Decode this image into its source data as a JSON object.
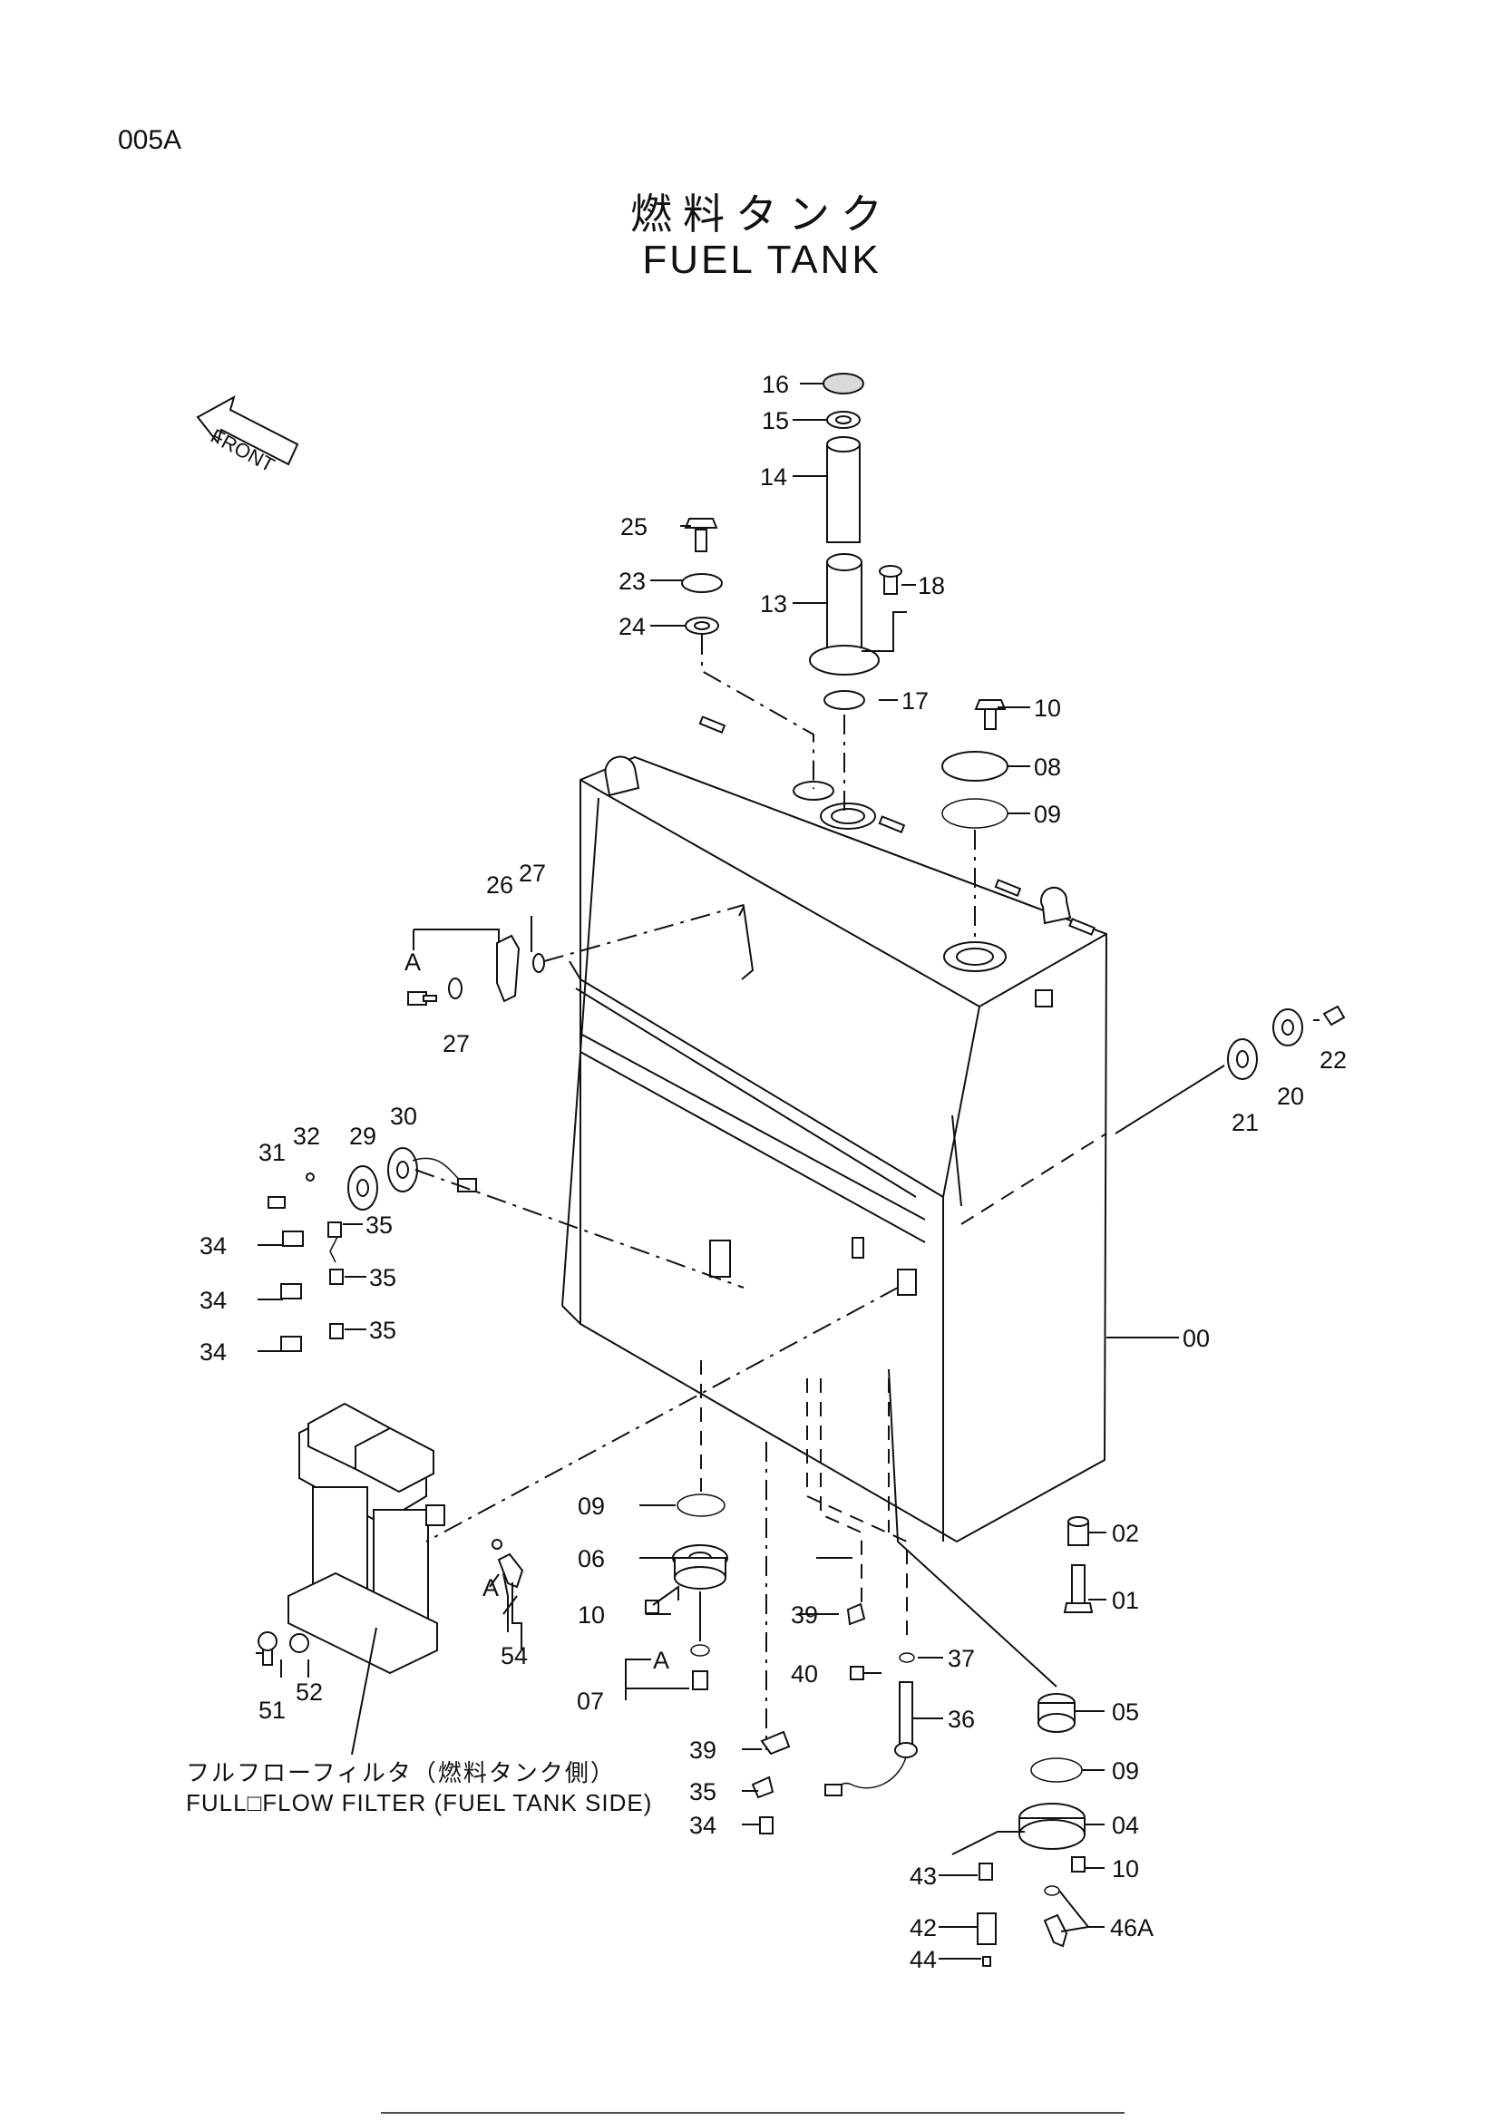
{
  "page_code": "005A",
  "title_jp": "燃料タンク",
  "title_en": "FUEL  TANK",
  "front_label": "FRONT",
  "caption_jp": "フルフローフィルタ（燃料タンク側）",
  "caption_en": "FULL□FLOW  FILTER  (FUEL TANK SIDE)",
  "callouts": [
    {
      "id": "c16",
      "text": "16"
    },
    {
      "id": "c15",
      "text": "15"
    },
    {
      "id": "c14",
      "text": "14"
    },
    {
      "id": "c25",
      "text": "25"
    },
    {
      "id": "c23",
      "text": "23"
    },
    {
      "id": "c24",
      "text": "24"
    },
    {
      "id": "c13",
      "text": "13"
    },
    {
      "id": "c18",
      "text": "18"
    },
    {
      "id": "c17",
      "text": "17"
    },
    {
      "id": "c10a",
      "text": "10"
    },
    {
      "id": "c08",
      "text": "08"
    },
    {
      "id": "c09a",
      "text": "09"
    },
    {
      "id": "c26",
      "text": "26"
    },
    {
      "id": "c27a",
      "text": "27"
    },
    {
      "id": "cAa",
      "text": "A"
    },
    {
      "id": "c27b",
      "text": "27"
    },
    {
      "id": "c21",
      "text": "21"
    },
    {
      "id": "c20",
      "text": "20"
    },
    {
      "id": "c22",
      "text": "22"
    },
    {
      "id": "c31",
      "text": "31"
    },
    {
      "id": "c32",
      "text": "32"
    },
    {
      "id": "c29",
      "text": "29"
    },
    {
      "id": "c30",
      "text": "30"
    },
    {
      "id": "c35a",
      "text": "35"
    },
    {
      "id": "c34a",
      "text": "34"
    },
    {
      "id": "c35b",
      "text": "35"
    },
    {
      "id": "c34b",
      "text": "34"
    },
    {
      "id": "c35c",
      "text": "35"
    },
    {
      "id": "c34c",
      "text": "34"
    },
    {
      "id": "c00",
      "text": "00"
    },
    {
      "id": "c09b",
      "text": "09"
    },
    {
      "id": "c06",
      "text": "06"
    },
    {
      "id": "c10b",
      "text": "10"
    },
    {
      "id": "cAb",
      "text": "A"
    },
    {
      "id": "c07",
      "text": "07"
    },
    {
      "id": "c02",
      "text": "02"
    },
    {
      "id": "c01",
      "text": "01"
    },
    {
      "id": "cAc",
      "text": "A"
    },
    {
      "id": "c54",
      "text": "54"
    },
    {
      "id": "c51",
      "text": "51"
    },
    {
      "id": "c52",
      "text": "52"
    },
    {
      "id": "c39a",
      "text": "39"
    },
    {
      "id": "c40",
      "text": "40"
    },
    {
      "id": "c37",
      "text": "37"
    },
    {
      "id": "c36",
      "text": "36"
    },
    {
      "id": "c05",
      "text": "05"
    },
    {
      "id": "c39b",
      "text": "39"
    },
    {
      "id": "c35d",
      "text": "35"
    },
    {
      "id": "c34d",
      "text": "34"
    },
    {
      "id": "c09c",
      "text": "09"
    },
    {
      "id": "c04",
      "text": "04"
    },
    {
      "id": "c43",
      "text": "43"
    },
    {
      "id": "c10c",
      "text": "10"
    },
    {
      "id": "c42",
      "text": "42"
    },
    {
      "id": "c46A",
      "text": "46A"
    },
    {
      "id": "c44",
      "text": "44"
    }
  ]
}
